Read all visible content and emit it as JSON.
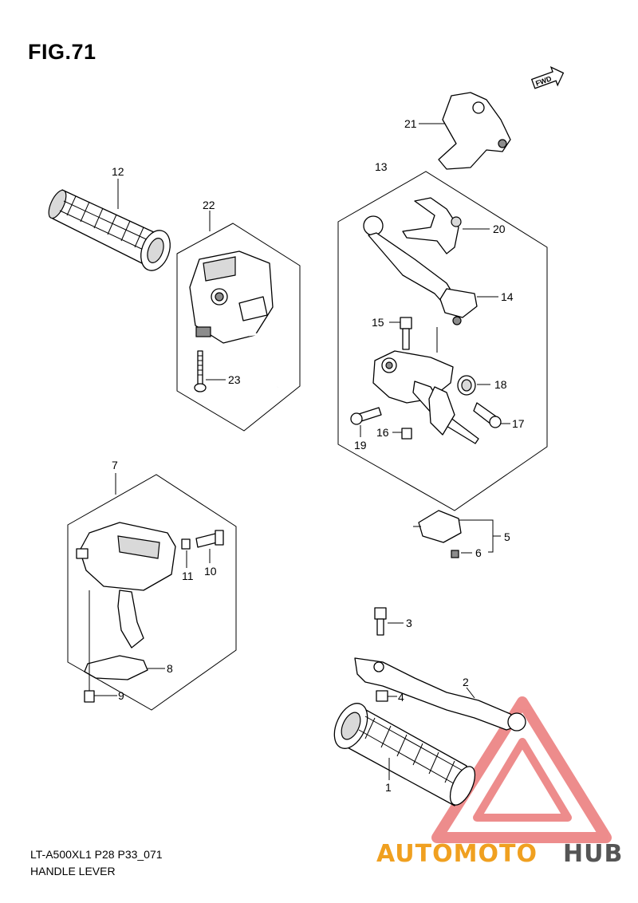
{
  "header": {
    "title": "FIG.71"
  },
  "fwd_badge": "FWD",
  "parts": [
    {
      "no": "1"
    },
    {
      "no": "2"
    },
    {
      "no": "3"
    },
    {
      "no": "4"
    },
    {
      "no": "5"
    },
    {
      "no": "6"
    },
    {
      "no": "7"
    },
    {
      "no": "8"
    },
    {
      "no": "9"
    },
    {
      "no": "10"
    },
    {
      "no": "11"
    },
    {
      "no": "12"
    },
    {
      "no": "13"
    },
    {
      "no": "14"
    },
    {
      "no": "15"
    },
    {
      "no": "16"
    },
    {
      "no": "17"
    },
    {
      "no": "18"
    },
    {
      "no": "19"
    },
    {
      "no": "20"
    },
    {
      "no": "21"
    },
    {
      "no": "22"
    },
    {
      "no": "23"
    }
  ],
  "footer": {
    "code": "LT-A500XL1 P28 P33_071",
    "name": "HANDLE LEVER"
  },
  "watermark": {
    "part1": "AUTOMOTO",
    "part2": "HUB",
    "color1": "#f0a020",
    "color2": "#555555",
    "triangle_color": "#e03030"
  }
}
